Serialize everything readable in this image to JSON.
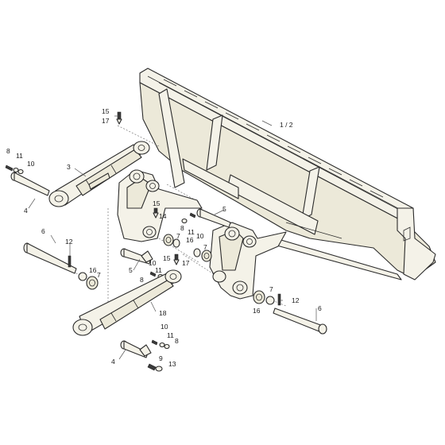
{
  "callouts": {
    "c1": "15",
    "c2": "17",
    "c3": "1 / 2",
    "c4": "8",
    "c5": "11",
    "c6": "10",
    "c7": "3",
    "c8": "4",
    "c9": "15",
    "c10": "14",
    "c11": "5",
    "c12": "8",
    "c13": "11",
    "c14": "10",
    "c15": "7",
    "c16": "16",
    "c17": "7",
    "c18": "6",
    "c19": "12",
    "c20": "16",
    "c21": "7",
    "c22": "15",
    "c23": "17",
    "c24": "5",
    "c25": "10",
    "c26": "11",
    "c27": "8",
    "c28": "18",
    "c29": "7",
    "c30": "12",
    "c31": "16",
    "c32": "6",
    "c33": "10",
    "c34": "11",
    "c35": "8",
    "c36": "4",
    "c37": "9",
    "c38": "13"
  }
}
